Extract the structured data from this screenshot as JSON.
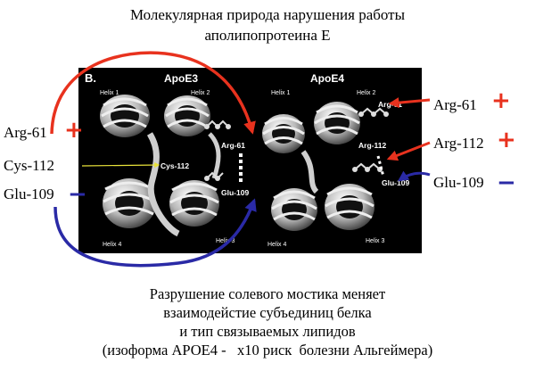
{
  "title": {
    "line1": "Молекулярная природа нарушения работы",
    "line2": "аполипопротеина Е"
  },
  "panel": {
    "letter": "B.",
    "apoe3": "ApoE3",
    "apoe4": "ApoE4",
    "helix1_left": "Helix 1",
    "helix2_left": "Helix 2",
    "helix4_left": "Helix 4",
    "helix3_left": "Helix 3",
    "helix1_right": "Helix 1",
    "helix2_right": "Helix 2",
    "helix4_right": "Helix 4",
    "helix3_right": "Helix 3",
    "arg61_left": "Arg-61",
    "cys112_left": "Cys-112",
    "glu109_left": "Glu-109",
    "arg61_right": "Arg-61",
    "arg112_right": "Arg-112",
    "glu109_right": "Glu-109"
  },
  "left_labels": {
    "arg61": "Arg-61",
    "cys112": "Cys-112",
    "glu109": "Glu-109"
  },
  "right_labels": {
    "arg61": "Arg-61",
    "arg112": "Arg-112",
    "glu109": "Glu-109"
  },
  "signs": {
    "plus": "+",
    "minus": "−"
  },
  "caption": {
    "line1": "Разрушение солевого мостика меняет",
    "line2": "взаимодейстие субъединиц белка",
    "line3": "и тип связываемых липидов",
    "line4": "(изоформа АРОЕ4 -   x10 риск  болезни Альгеймера)"
  },
  "colors": {
    "positive": "#e8321e",
    "negative": "#2a2aa6",
    "cys_arrow": "#e8e23a",
    "panel_bg": "#000000"
  }
}
